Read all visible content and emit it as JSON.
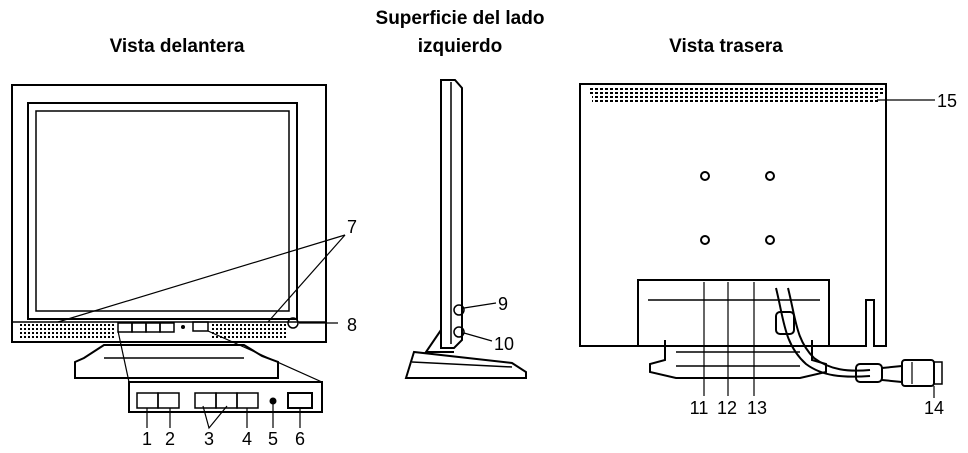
{
  "titles": {
    "front": "Vista delantera",
    "side_line1": "Superficie del lado",
    "side_line2": "izquierdo",
    "back": "Vista trasera"
  },
  "callouts": {
    "c1": "1",
    "c2": "2",
    "c3": "3",
    "c4": "4",
    "c5": "5",
    "c6": "6",
    "c7": "7",
    "c8": "8",
    "c9": "9",
    "c10": "10",
    "c11": "11",
    "c12": "12",
    "c13": "13",
    "c14": "14",
    "c15": "15"
  }
}
